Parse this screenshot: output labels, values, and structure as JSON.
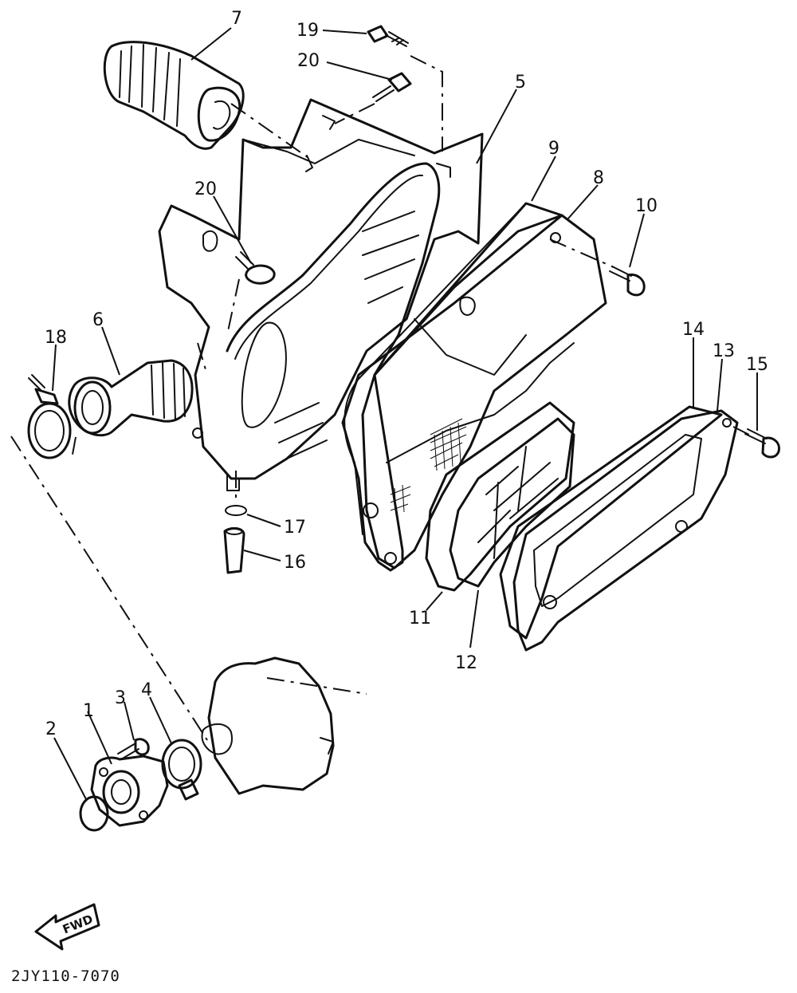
{
  "callouts": {
    "c1": "1",
    "c2": "2",
    "c3": "3",
    "c4": "4",
    "c5": "5",
    "c6": "6",
    "c7": "7",
    "c8": "8",
    "c9": "9",
    "c10": "10",
    "c11": "11",
    "c12": "12",
    "c13": "13",
    "c14": "14",
    "c15": "15",
    "c16": "16",
    "c17": "17",
    "c18": "18",
    "c19": "19",
    "c20a": "20",
    "c20b": "20"
  },
  "fwd_label": "FWD",
  "diagram_code": "2JY110-7070"
}
